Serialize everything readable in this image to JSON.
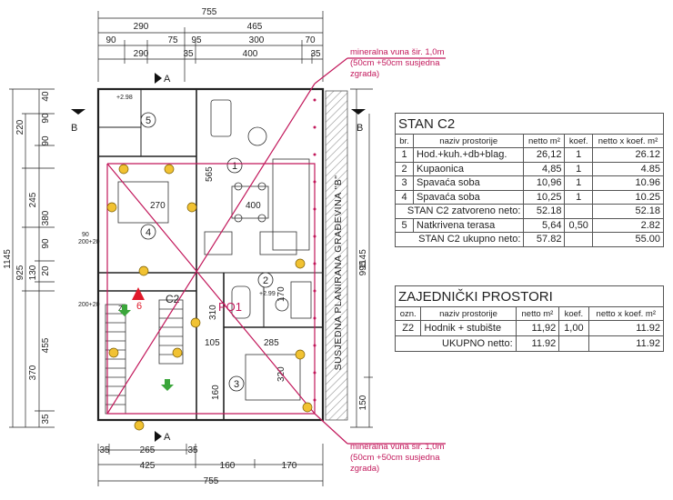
{
  "top_dims": {
    "total": "755",
    "row1": [
      "290",
      "465"
    ],
    "row2": [
      "90",
      "75",
      "95",
      "300",
      "70"
    ],
    "row3": [
      "290",
      "35",
      "400",
      "35"
    ]
  },
  "bottom_dims": {
    "row1": [
      "35",
      "265",
      "35"
    ],
    "row2": [
      "425",
      "160",
      "170"
    ],
    "total": "755"
  },
  "left_dims": {
    "outer": "1145",
    "inner": "925",
    "col1": [
      "220",
      "245",
      "130",
      "370"
    ],
    "col2": [
      "40",
      "90",
      "90",
      "380",
      "90",
      "20",
      "455",
      "35"
    ]
  },
  "right_dims": {
    "outer": "1145",
    "upper": "995",
    "lower": "150"
  },
  "room_labels": {
    "r1": "1",
    "r2": "2",
    "r3": "3",
    "r4": "4",
    "r5": "5",
    "c2": "C2",
    "po1": "PO1",
    "z2": "Z2",
    "num6": "6"
  },
  "inner_dims": {
    "d270": "270",
    "d400": "400",
    "d565": "565",
    "d310": "310",
    "d170": "170",
    "d105": "105",
    "d285": "285",
    "d320": "320",
    "d160": "160",
    "d200": "200+20",
    "d90": "90",
    "lvl1": "+2.98",
    "lvl2": "+2.99"
  },
  "section_markers": {
    "a": "A",
    "b": "B"
  },
  "neighbour_label": "SUSJEDNA PLANIRANA GRAĐEVINA \"B\"",
  "notes": {
    "top": [
      "mineralna vuna šir. 1,0m",
      "(50cm +50cm susjedna",
      "zgrada)"
    ],
    "bottom": [
      "mineralna vuna šir. 1,0m",
      "(50cm +50cm susjedna",
      "zgrada)"
    ]
  },
  "table_stan": {
    "title": "STAN C2",
    "headers": [
      "br.",
      "naziv prostorije",
      "netto m²",
      "koef.",
      "netto x koef. m²"
    ],
    "rows": [
      [
        "1",
        "Hod.+kuh.+db+blag.",
        "26,12",
        "1",
        "26.12"
      ],
      [
        "2",
        "Kupaonica",
        "4,85",
        "1",
        "4.85"
      ],
      [
        "3",
        "Spavaća soba",
        "10,96",
        "1",
        "10.96"
      ],
      [
        "4",
        "Spavaća soba",
        "10,25",
        "1",
        "10.25"
      ]
    ],
    "closed_label": "STAN C2 zatvoreno neto:",
    "closed_netto": "52.18",
    "closed_total": "52.18",
    "terrace": [
      "5",
      "Natkrivena terasa",
      "5,64",
      "0,50",
      "2.82"
    ],
    "total_label": "STAN C2 ukupno neto:",
    "total_netto": "57.82",
    "total_total": "55.00"
  },
  "table_zaj": {
    "title": "ZAJEDNIČKI PROSTORI",
    "headers": [
      "ozn.",
      "naziv prostorije",
      "netto m²",
      "koef.",
      "netto x koef. m²"
    ],
    "row": [
      "Z2",
      "Hodnik + stubište",
      "11,92",
      "1,00",
      "11.92"
    ],
    "total_label": "UKUPNO netto:",
    "total_netto": "11.92",
    "total_total": "11.92"
  },
  "colors": {
    "outline": "#c2185b",
    "ink": "#222222",
    "hatch": "#9a9a9a",
    "marker_red": "#e0192a",
    "marker_green": "#3ba63b"
  }
}
